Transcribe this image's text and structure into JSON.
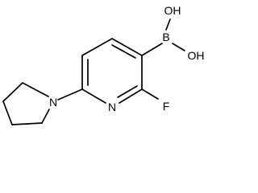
{
  "molecule": {
    "atom_labels": {
      "oh_top": "OH",
      "oh_right": "OH",
      "boron": "B",
      "ring_nitrogen": "N",
      "fluorine": "F",
      "pyrrolidine_nitrogen": "N"
    },
    "colors": {
      "bond": "#000000",
      "label": "#000000",
      "background": "#ffffff"
    }
  }
}
